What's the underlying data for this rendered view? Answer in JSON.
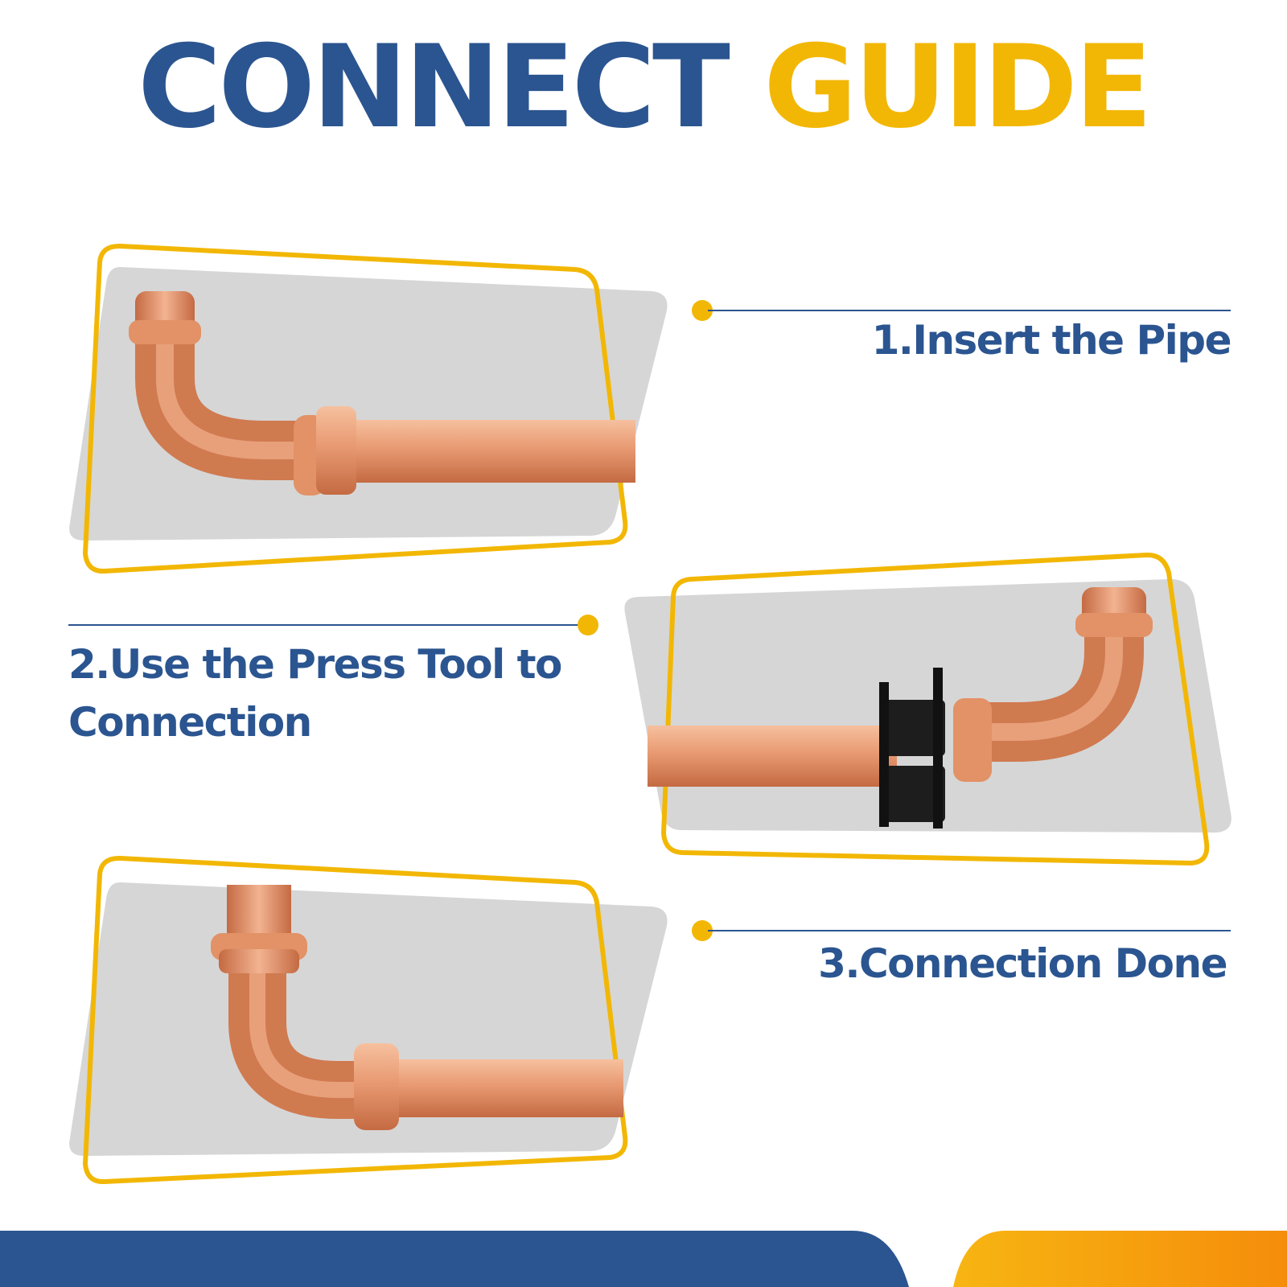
{
  "title": {
    "word1": "CONNECT",
    "word2": "GUIDE"
  },
  "colors": {
    "blue": "#2b5590",
    "yellow": "#f2b705",
    "orange": "#f59a0b",
    "panel_gray": "#d6d6d6",
    "copper": "#e8956e"
  },
  "steps": [
    {
      "label": "1.Insert the Pipe"
    },
    {
      "label_line1": "2.Use the Press Tool to",
      "label_line2": "Connection"
    },
    {
      "label": "3.Connection Done"
    }
  ]
}
